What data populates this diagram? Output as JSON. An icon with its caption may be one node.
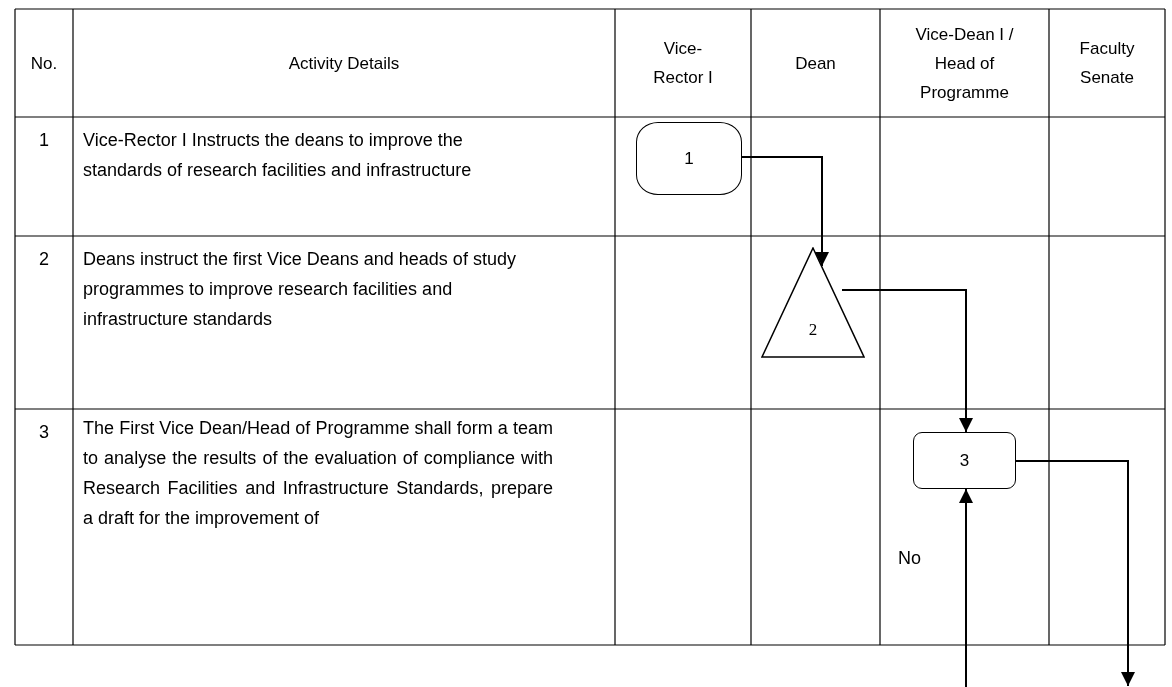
{
  "diagram": {
    "nodes": [
      {
        "text": [
          "1"
        ]
      },
      {
        "text": [
          "2"
        ]
      },
      {
        "text": [
          "3"
        ]
      }
    ],
    "edges": [
      {
        "from": 0,
        "to": 1,
        "arrow": "to"
      },
      {
        "from": 1,
        "to": 2,
        "arrow": "to"
      },
      {
        "from": null,
        "to": 2,
        "arrow": "to",
        "label": "No"
      },
      {
        "from": 2,
        "to": null,
        "arrow": "to"
      }
    ],
    "labels": [
      "No.",
      "Activity Details",
      "Vice-Rector I",
      "Dean",
      "Vice-Dean I / Head of Programme",
      "Faculty Senate",
      "1",
      "Vice-Rector I Instructs the deans to improve the standards of research facilities and infrastructure",
      "2",
      "Deans instruct the first Vice Deans and heads of study programmes to improve research facilities and infrastructure standards",
      "3",
      "The First Vice Dean/Head of Programme shall form a team to analyse the results of the evaluation of compliance with Research Facilities and Infrastructure Standards, prepare a draft for the improvement of"
    ]
  }
}
